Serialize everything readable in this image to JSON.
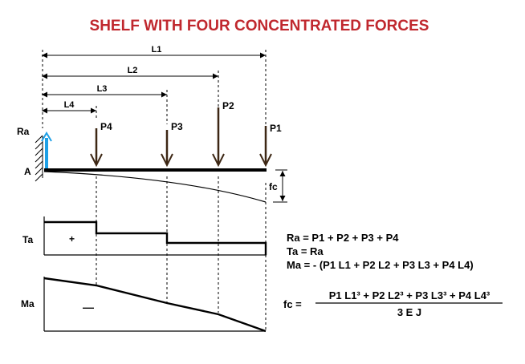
{
  "title": "SHELF WITH FOUR CONCENTRATED FORCES",
  "dimensions": {
    "l1": "L1",
    "l2": "L2",
    "l3": "L3",
    "l4": "L4"
  },
  "forces": {
    "p1": "P1",
    "p2": "P2",
    "p3": "P3",
    "p4": "P4"
  },
  "support": {
    "reaction": "Ra",
    "point": "A"
  },
  "deflection_label": "fc",
  "shear": {
    "label": "Ta",
    "sign": "+"
  },
  "moment": {
    "label": "Ma",
    "sign": "—"
  },
  "formulas": {
    "ra": "Ra = P1 + P2 + P3 + P4",
    "ta": "Ta = Ra",
    "ma": "Ma =  - (P1 L1 + P2 L2 + P3 L3 + P4 L4)",
    "fc_label": "fc  =",
    "fc_numerator": "P1 L1³ + P2 L2³ + P3 L3³ + P4 L4³",
    "fc_denominator": "3 E J"
  },
  "colors": {
    "title": "#c0282e",
    "reaction_arrow": "#1ea0e6",
    "force_arrow": "#3d2714"
  }
}
